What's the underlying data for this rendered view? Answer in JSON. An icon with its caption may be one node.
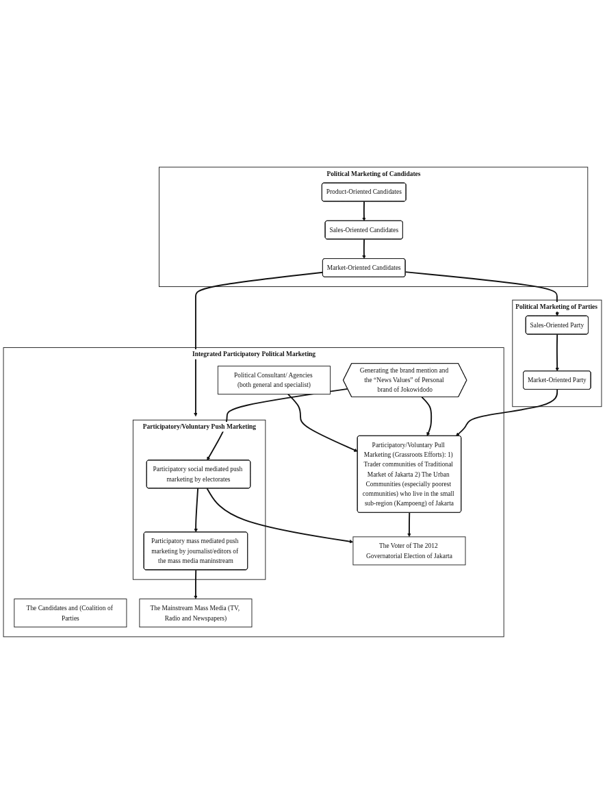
{
  "diagram": {
    "nodes": [
      {
        "text": [
          "Political Marketing of Candidates"
        ]
      },
      {
        "text": [
          "Product-Oriented Candidates"
        ],
        "in": 0
      },
      {
        "text": [
          "Sales-Oriented Candidates"
        ],
        "in": 0
      },
      {
        "text": [
          "Market-Oriented Candidates"
        ],
        "in": 0
      },
      {
        "text": [
          "Political Marketing of Parties"
        ]
      },
      {
        "text": [
          "Market-Oriented Party"
        ],
        "in": 4
      },
      {
        "text": [
          "Sales-Oriented Party"
        ],
        "in": 4
      },
      {
        "text": [
          "Integrated Participatory Political Marketing"
        ]
      },
      {
        "text": [
          "Participatory/Voluntary Pull Marketing (Grassroots Efforts): 1) Trader communities of Traditional Market of Jakarta 2) The Urban Communities (especially poorest communities) who live in the small sub-region (Kampoeng) of Jakarta"
        ],
        "in": 7
      },
      {
        "text": [
          "Participatory/Voluntary Push Marketing"
        ],
        "in": 7
      },
      {
        "text": [
          "Participatory social mediated push marketing by electorates"
        ],
        "in": 9
      },
      {
        "text": [
          "Participatory mass mediated push marketing by journalist/editors of the mass media maninstream"
        ],
        "in": 9
      },
      {
        "text": [
          "Generating the brand mention and the “News Values” of Personal brand of Jokowidodo"
        ],
        "in": 7
      },
      {
        "text": [
          "The Candidates and (Coalition of Parties"
        ],
        "in": 7
      },
      {
        "text": [
          "The Voter of The 2012 Governatorial Election of Jakarta"
        ],
        "in": 7
      },
      {
        "text": [
          "Political Consultant/ Agencies (both general and specialist)"
        ],
        "in": 7
      },
      {
        "text": [
          "The Mainstream Mass Media (TV, Radio and Newspapers)"
        ],
        "in": 7
      }
    ],
    "edges": [
      {
        "from": 1,
        "to": 2,
        "arrow": "to"
      },
      {
        "from": 2,
        "to": 3,
        "arrow": "to"
      },
      {
        "from": 3,
        "to": 6,
        "arrow": "to"
      },
      {
        "from": 6,
        "to": 5,
        "arrow": "to"
      },
      {
        "from": 5,
        "to": 8,
        "arrow": "to"
      },
      {
        "from": 3,
        "to": 9,
        "arrow": "to"
      },
      {
        "from": 12,
        "to": 8,
        "arrow": "to"
      },
      {
        "from": 12,
        "to": 10,
        "arrow": "to"
      },
      {
        "from": 8,
        "to": 14,
        "arrow": "to"
      },
      {
        "from": 10,
        "to": 14,
        "arrow": "to"
      },
      {
        "from": 10,
        "to": 11,
        "arrow": "to"
      },
      {
        "from": 11,
        "to": 16,
        "arrow": "to"
      },
      {
        "from": 15,
        "to": 8,
        "arrow": "to"
      }
    ]
  }
}
